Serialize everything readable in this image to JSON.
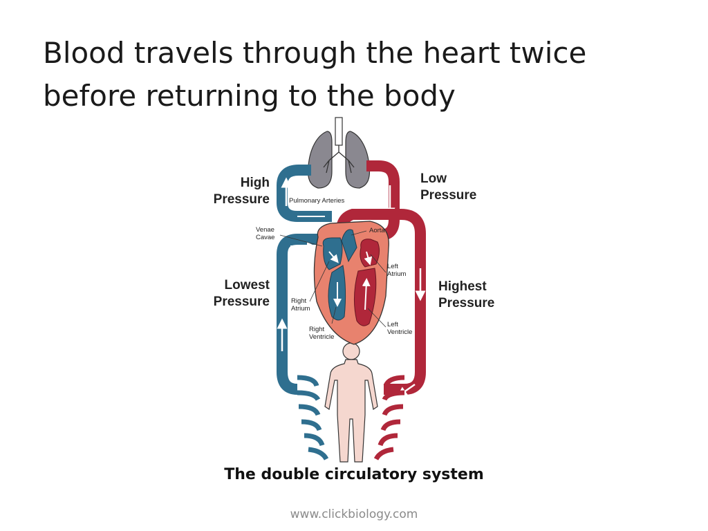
{
  "slide": {
    "title_line1": "Blood travels through the heart twice",
    "title_line2": "before returning to the body",
    "caption": "The double circulatory system",
    "footer": "www.clickbiology.com"
  },
  "diagram": {
    "labels": {
      "high_pressure_1": "High",
      "high_pressure_2": "Pressure",
      "low_pressure_1": "Low",
      "low_pressure_2": "Pressure",
      "lowest_pressure_1": "Lowest",
      "lowest_pressure_2": "Pressure",
      "highest_pressure_1": "Highest",
      "highest_pressure_2": "Pressure",
      "pulmonary_arteries": "Pulmonary Arteries",
      "venae_cavae_1": "Venae",
      "venae_cavae_2": "Cavae",
      "aorta": "Aorta",
      "left_atrium_1": "Left",
      "left_atrium_2": "Atrium",
      "right_atrium_1": "Right",
      "right_atrium_2": "Atrium",
      "right_ventricle_1": "Right",
      "right_ventricle_2": "Ventricle",
      "left_ventricle_1": "Left",
      "left_ventricle_2": "Ventricle"
    },
    "colors": {
      "deoxygenated": "#2f6f8f",
      "oxygenated": "#b0273a",
      "heart": "#e8826e",
      "lungs": "#8a8890",
      "body": "#f5d7cf"
    }
  }
}
